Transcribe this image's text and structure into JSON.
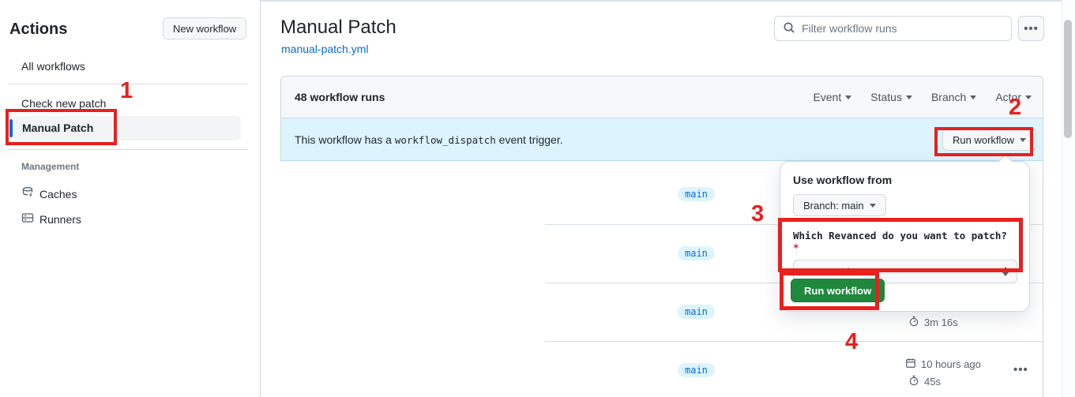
{
  "sidebar": {
    "title": "Actions",
    "new_workflow_button": "New workflow",
    "items": [
      {
        "label": "All workflows"
      },
      {
        "label": "Check new patch"
      },
      {
        "label": "Manual Patch",
        "selected": true
      }
    ],
    "management_label": "Management",
    "management_items": [
      {
        "label": "Caches",
        "icon": "cache-database-icon"
      },
      {
        "label": "Runners",
        "icon": "runner-server-icon"
      }
    ]
  },
  "header": {
    "title": "Manual Patch",
    "file_link": "manual-patch.yml",
    "search_placeholder": "Filter workflow runs",
    "kebab": "•••"
  },
  "table": {
    "runs_count_label": "48 workflow runs",
    "filters": [
      "Event",
      "Status",
      "Branch",
      "Actor"
    ],
    "banner": {
      "text_before": "This workflow has a ",
      "code": "workflow_dispatch",
      "text_after": " event trigger.",
      "run_button": "Run workflow"
    },
    "rows": [
      {
        "branch": "main"
      },
      {
        "branch": "main"
      },
      {
        "branch": "main",
        "duration": "3m 16s"
      },
      {
        "branch": "main",
        "time": "10 hours ago",
        "duration": "45s",
        "kebab": "•••"
      }
    ]
  },
  "popover": {
    "use_from_label": "Use workflow from",
    "branch_button": "Branch: main",
    "input_label": "Which Revanced do you want to patch?",
    "required_marker": "*",
    "select_value": "Revanced",
    "run_button": "Run workflow"
  },
  "annotations": {
    "color": "#e8201e",
    "steps": [
      "1",
      "2",
      "3",
      "4"
    ]
  },
  "icons": {
    "search-icon": "magnifier",
    "cache-database-icon": "database with bolt",
    "runner-server-icon": "server rack",
    "stopwatch-icon": "stopwatch",
    "calendar-icon": "calendar",
    "caret-down-icon": "filled triangle down",
    "sort-icon": "up/down triangles",
    "kebab-icon": "horizontal dots"
  }
}
